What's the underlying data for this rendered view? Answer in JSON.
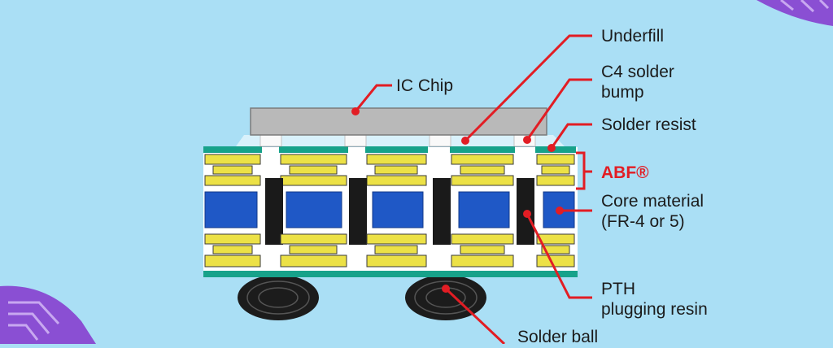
{
  "colors": {
    "background": "#aadff5",
    "chip": "#b9b9b9",
    "abf": "#ece146",
    "core": "#1f58c6",
    "via": "#1a1a1a",
    "solder_resist": "#17a28a",
    "solder_ball": "#1c1c1c",
    "leader": "#e21d24",
    "accent": "#e21d24",
    "decor": "#8a4fd3"
  },
  "labels": {
    "ic_chip": "IC Chip",
    "underfill": "Underfill",
    "c4_line1": "C4 solder",
    "c4_line2": "bump",
    "solder_resist": "Solder resist",
    "abf": "ABF®",
    "core_line1": "Core material",
    "core_line2": "(FR-4 or 5)",
    "pth_line1": "PTH",
    "pth_line2": "plugging resin",
    "solder_ball": "Solder ball"
  }
}
